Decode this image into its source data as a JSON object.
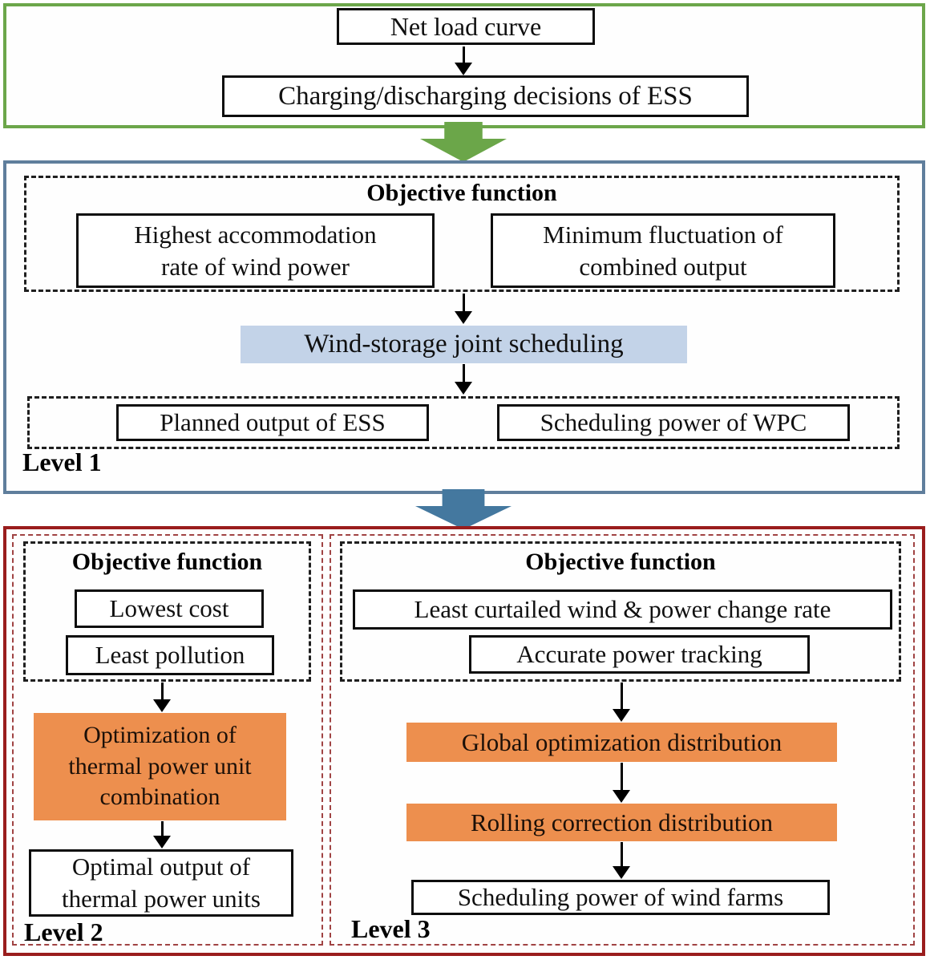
{
  "colors": {
    "top_section_border": "#6ca64a",
    "level1_section_border": "#5f7e9c",
    "bottom_section_border": "#9a1d1d",
    "inner_red_dashed": "#a04343",
    "green_arrow": "#6ba649",
    "blue_arrow": "#44789f",
    "light_blue_fill": "#c3d3e8",
    "orange_fill": "#ed8f4e"
  },
  "top": {
    "net_load": "Net load curve",
    "ess_decisions": "Charging/discharging decisions of ESS"
  },
  "level1": {
    "label": "Level 1",
    "objective": {
      "title": "Objective function",
      "items": [
        "Highest accommodation\nrate of wind power",
        "Minimum fluctuation of\ncombined output"
      ]
    },
    "process": "Wind-storage joint scheduling",
    "outputs": [
      "Planned output of ESS",
      "Scheduling power of WPC"
    ]
  },
  "level2": {
    "label": "Level 2",
    "objective": {
      "title": "Objective function",
      "items": [
        "Lowest cost",
        "Least pollution"
      ]
    },
    "process": "Optimization of\nthermal power unit\ncombination",
    "output": "Optimal output of\nthermal power units"
  },
  "level3": {
    "label": "Level 3",
    "objective": {
      "title": "Objective function",
      "items": [
        "Least curtailed wind & power change rate",
        "Accurate power tracking"
      ]
    },
    "processes": [
      "Global optimization distribution",
      "Rolling correction distribution"
    ],
    "output": "Scheduling power of wind farms"
  }
}
